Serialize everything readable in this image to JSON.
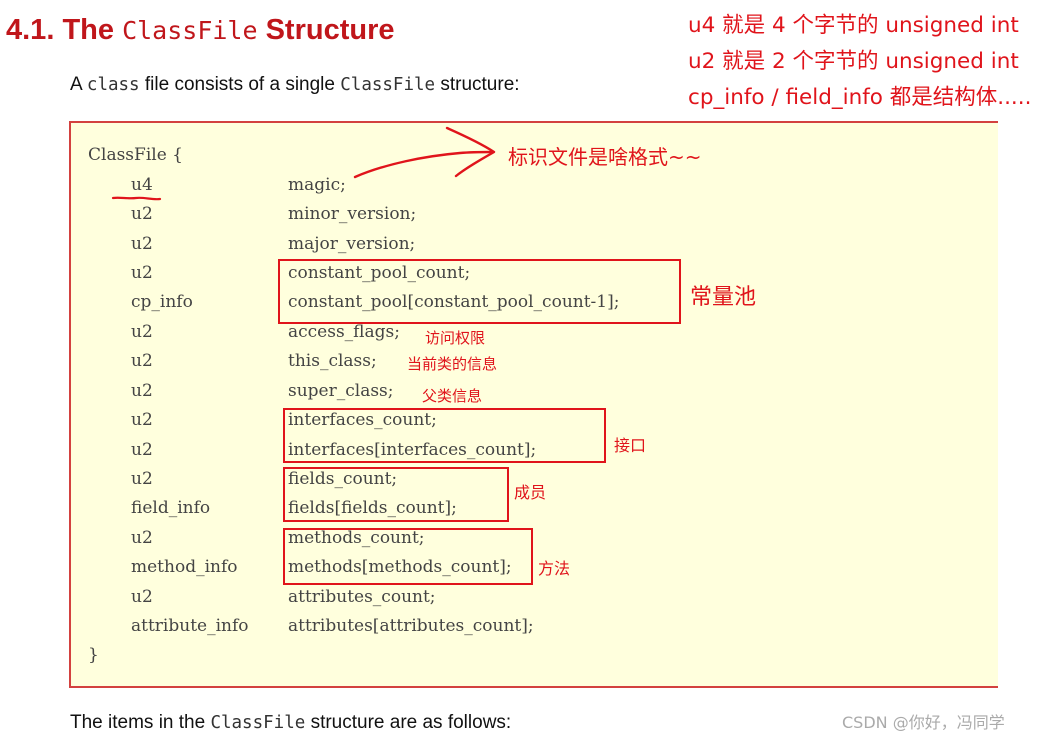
{
  "heading": {
    "number": "4.1.",
    "the": "The",
    "classfile": "ClassFile",
    "structure": "Structure"
  },
  "notes": [
    "u4 就是 4 个字节的 unsigned int",
    "u2 就是 2 个字节的 unsigned int",
    "cp_info / field_info 都是结构体....."
  ],
  "intro": {
    "a": "A",
    "class_kw": "class",
    "mid": "file consists of a single",
    "classfile": "ClassFile",
    "end": "structure:"
  },
  "code": {
    "open": "ClassFile {",
    "close": "}",
    "rows": [
      {
        "type": "u4",
        "field": "magic;"
      },
      {
        "type": "u2",
        "field": "minor_version;"
      },
      {
        "type": "u2",
        "field": "major_version;"
      },
      {
        "type": "u2",
        "field": "constant_pool_count;"
      },
      {
        "type": "cp_info",
        "field": "constant_pool[constant_pool_count-1];"
      },
      {
        "type": "u2",
        "field": "access_flags;"
      },
      {
        "type": "u2",
        "field": "this_class;"
      },
      {
        "type": "u2",
        "field": "super_class;"
      },
      {
        "type": "u2",
        "field": "interfaces_count;"
      },
      {
        "type": "u2",
        "field": "interfaces[interfaces_count];"
      },
      {
        "type": "u2",
        "field": "fields_count;"
      },
      {
        "type": "field_info",
        "field": "fields[fields_count];"
      },
      {
        "type": "u2",
        "field": "methods_count;"
      },
      {
        "type": "method_info",
        "field": "methods[methods_count];"
      },
      {
        "type": "u2",
        "field": "attributes_count;"
      },
      {
        "type": "attribute_info",
        "field": "attributes[attributes_count];"
      }
    ]
  },
  "annotations": {
    "magic": "标识文件是啥格式~~",
    "constant_pool": "常量池",
    "access": "访问权限",
    "this_class": "当前类的信息",
    "super_class": "父类信息",
    "interfaces": "接口",
    "fields": "成员",
    "methods": "方法"
  },
  "outro": {
    "the": "The items in the",
    "classfile": "ClassFile",
    "end": "structure are as follows:"
  },
  "watermark": "CSDN @你好，冯同学",
  "colors": {
    "annotation": "#e0141b",
    "heading": "#c0161b",
    "code_bg": "#ffffdd",
    "code_border": "#d3413f"
  }
}
